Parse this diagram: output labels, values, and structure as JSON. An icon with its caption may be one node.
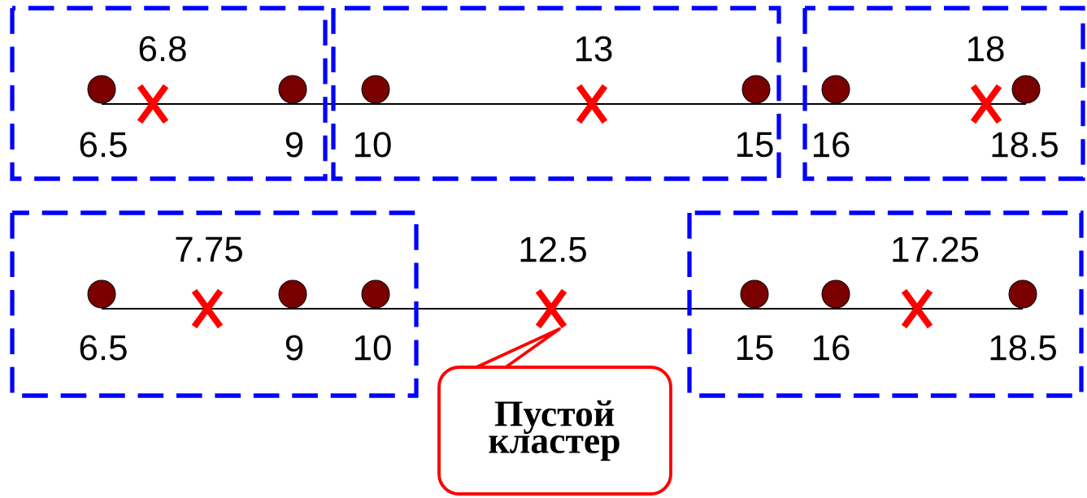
{
  "diagram": {
    "nodes": [
      {
        "text": [
          "6.8",
          "6.5",
          "9"
        ]
      },
      {
        "text": [
          "13",
          "10",
          "15"
        ]
      },
      {
        "text": [
          "18",
          "16",
          "18.5"
        ]
      },
      {
        "text": [
          "7.75",
          "6.5",
          "9",
          "10"
        ]
      },
      {
        "text": [
          "17.25",
          "15",
          "16",
          "18.5"
        ]
      },
      {
        "text": [
          "Пустой кластер"
        ]
      }
    ],
    "labels": [
      "12.5"
    ]
  }
}
